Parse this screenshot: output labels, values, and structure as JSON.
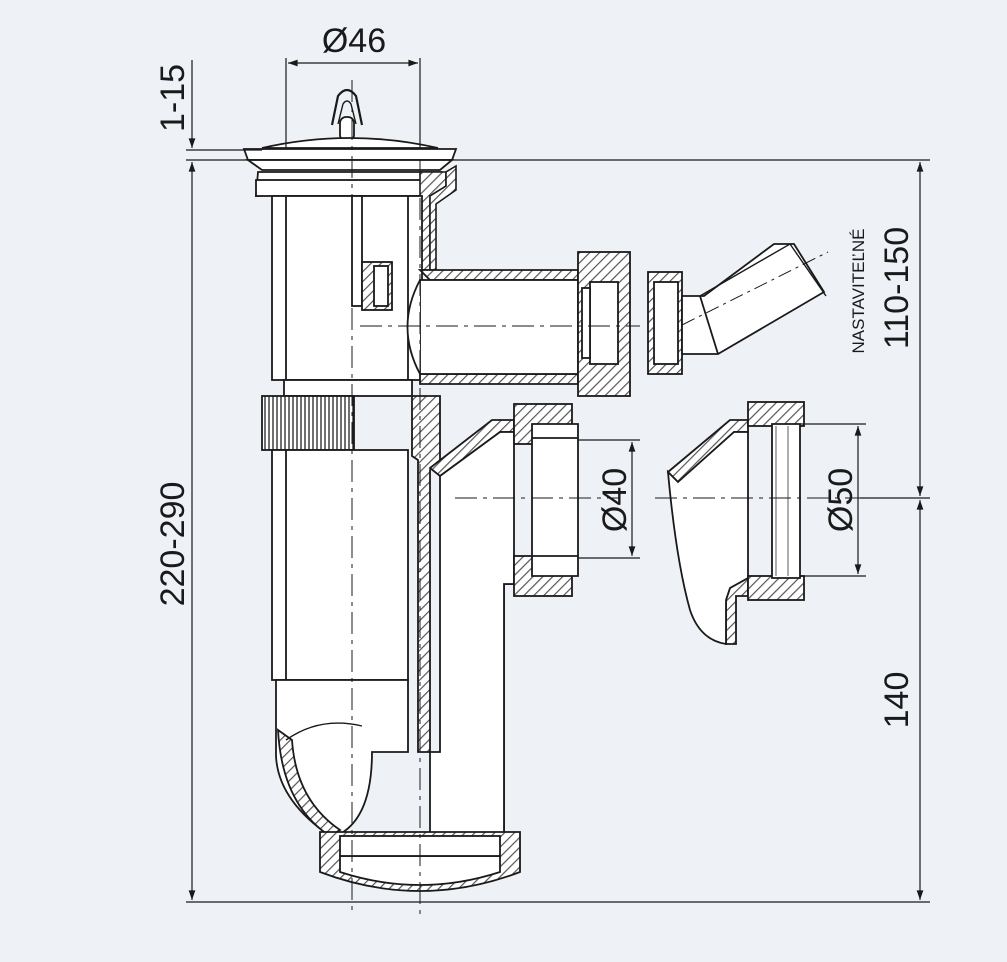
{
  "diagram": {
    "dimensions": {
      "stopper_diameter": "Ø46",
      "stopper_gap": "1-15",
      "total_height": "220-290",
      "side_height": "110-150",
      "adjustable_note": "NASTAVITEĽNÉ",
      "outlet_height": "140",
      "outlet_diameter_small": "Ø40",
      "outlet_diameter_large": "Ø50"
    },
    "colors": {
      "line": "#1a1a1a",
      "hatch": "#6a6a6a",
      "background": "#eef1f6",
      "body_fill": "#ffffff"
    }
  }
}
